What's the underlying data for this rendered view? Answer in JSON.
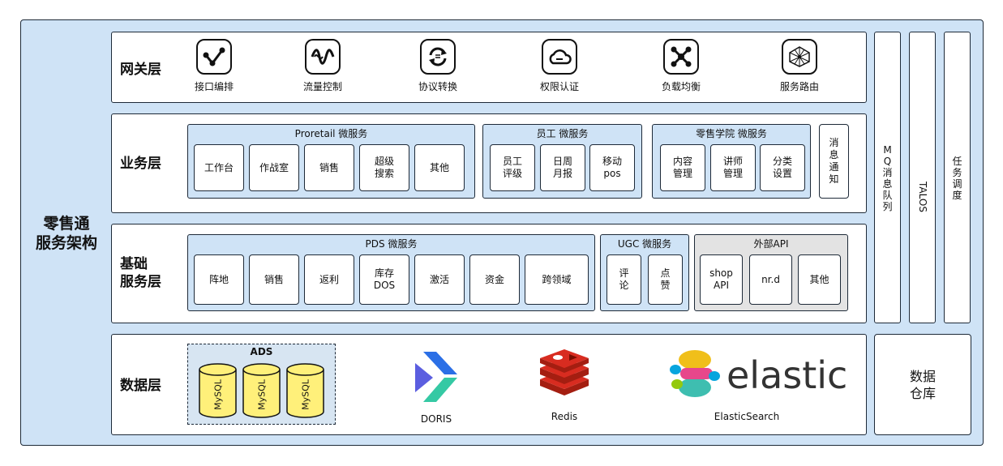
{
  "system_title": "零售通\n服务架构",
  "gateway": {
    "label": "网关层",
    "items": [
      "接口编排",
      "流量控制",
      "协议转换",
      "权限认证",
      "负载均衡",
      "服务路由"
    ]
  },
  "business": {
    "label": "业务层",
    "groups": [
      {
        "title": "Proretail 微服务",
        "items": [
          "工作台",
          "作战室",
          "销售",
          "超级\n搜索",
          "其他"
        ]
      },
      {
        "title": "员工 微服务",
        "items": [
          "员工\n评级",
          "日周\n月报",
          "移动\npos"
        ]
      },
      {
        "title": "零售学院 微服务",
        "items": [
          "内容\n管理",
          "讲师\n管理",
          "分类\n设置"
        ]
      }
    ],
    "notify": "消\n息\n通\n知"
  },
  "base": {
    "label": "基础\n服务层",
    "groups": [
      {
        "title": "PDS 微服务",
        "items": [
          "阵地",
          "销售",
          "返利",
          "库存\nDOS",
          "激活",
          "资金",
          "跨领域"
        ]
      },
      {
        "title": "UGC 微服务",
        "items": [
          "评\n论",
          "点\n赞"
        ]
      },
      {
        "title": "外部API",
        "items": [
          "shop\nAPI",
          "nr.d",
          "其他"
        ]
      }
    ]
  },
  "data": {
    "label": "数据层",
    "ads_title": "ADS",
    "mysql": [
      "MySQL",
      "MySQL",
      "MySQL"
    ],
    "doris": "DORIS",
    "redis": "Redis",
    "elastic_word": "elastic",
    "elastic": "ElasticSearch"
  },
  "right": {
    "mq": "M\nQ\n消\n息\n队\n列",
    "talos": "TALOS",
    "task": "任\n务\n调\n度",
    "warehouse": "数据\n仓库"
  }
}
